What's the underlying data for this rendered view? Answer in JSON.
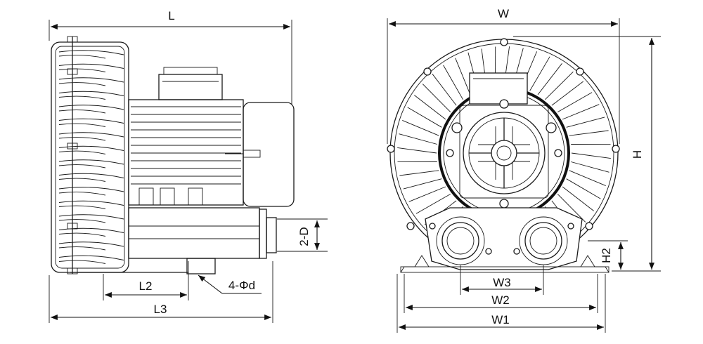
{
  "side_view": {
    "labels": {
      "L": "L",
      "L2": "L2",
      "L3": "L3",
      "D": "2-D",
      "hole": "4-Φd"
    }
  },
  "front_view": {
    "labels": {
      "W": "W",
      "W1": "W1",
      "W2": "W2",
      "W3": "W3",
      "H": "H",
      "H2": "H2"
    }
  }
}
